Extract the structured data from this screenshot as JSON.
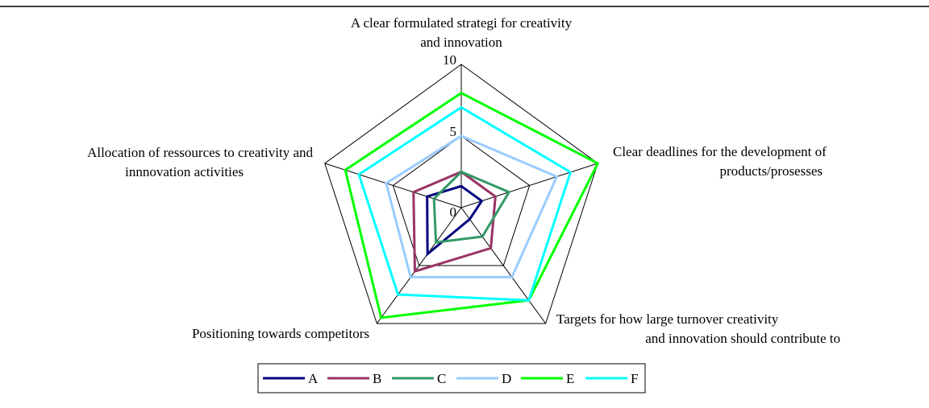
{
  "chart_data": {
    "type": "radar",
    "title": "",
    "axes": [
      [
        "A clear formulated strategi for creativity",
        "and innovation"
      ],
      [
        "Clear deadlines for the development of",
        "products/prosesses"
      ],
      [
        "Targets for how large turnover creativity",
        "and innovation should contribute to"
      ],
      [
        "Positioning towards competitors"
      ],
      [
        "Allocation of ressources to creativity and",
        "innnovation activities"
      ]
    ],
    "rlim": [
      0,
      10
    ],
    "ticks": [
      0,
      5,
      10
    ],
    "tick_labels": [
      "0",
      "5",
      "10"
    ],
    "grid": true,
    "legend": "bottom",
    "series": [
      {
        "name": "A",
        "color": "#000080",
        "values": [
          1.5,
          1.5,
          1.0,
          4.0,
          2.5
        ]
      },
      {
        "name": "B",
        "color": "#993366",
        "values": [
          2.5,
          2.5,
          3.5,
          5.5,
          3.5
        ]
      },
      {
        "name": "C",
        "color": "#339966",
        "values": [
          2.5,
          3.5,
          2.5,
          3.0,
          2.0
        ]
      },
      {
        "name": "D",
        "color": "#99CCFF",
        "values": [
          5.0,
          7.0,
          6.0,
          6.0,
          5.5
        ]
      },
      {
        "name": "E",
        "color": "#00FF00",
        "values": [
          8.0,
          10.0,
          8.0,
          9.5,
          8.5
        ]
      },
      {
        "name": "F",
        "color": "#00FFFF",
        "values": [
          7.0,
          8.0,
          8.0,
          7.5,
          7.5
        ]
      }
    ]
  }
}
